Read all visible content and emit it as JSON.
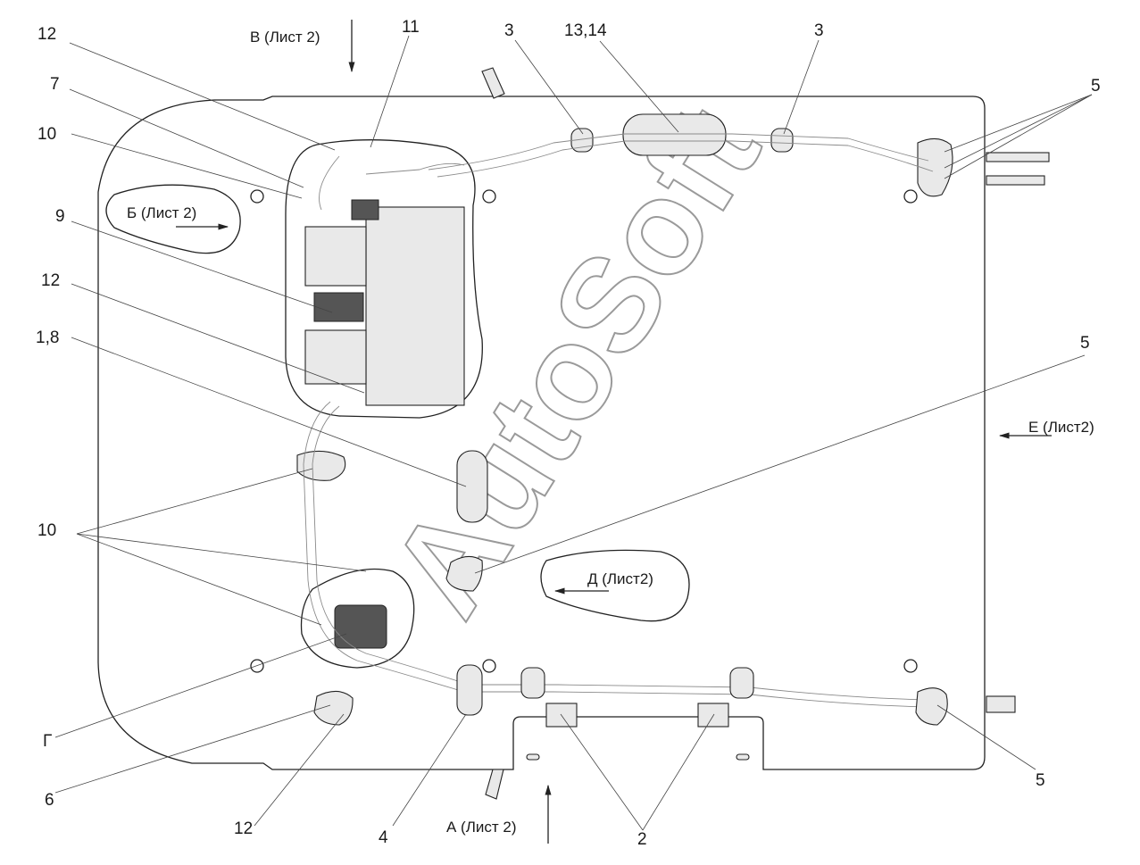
{
  "watermark": "AutoSoft",
  "callouts": {
    "c12_top": "12",
    "c7": "7",
    "c10_top": "10",
    "c9": "9",
    "c12_mid": "12",
    "c1_8": "1,8",
    "c10_left": "10",
    "c_g": "Г",
    "c6": "6",
    "c12_bottom": "12",
    "c4": "4",
    "c2": "2",
    "c5_bottom": "5",
    "c5_mid": "5",
    "c5_top": "5",
    "c3_left": "3",
    "c3_right": "3",
    "c13_14": "13,14",
    "c11": "11"
  },
  "views": {
    "v": "В (Лист 2)",
    "b": "Б (Лист 2)",
    "d": "Д (Лист2)",
    "e": "Е (Лист2)",
    "a": "А (Лист 2)"
  }
}
